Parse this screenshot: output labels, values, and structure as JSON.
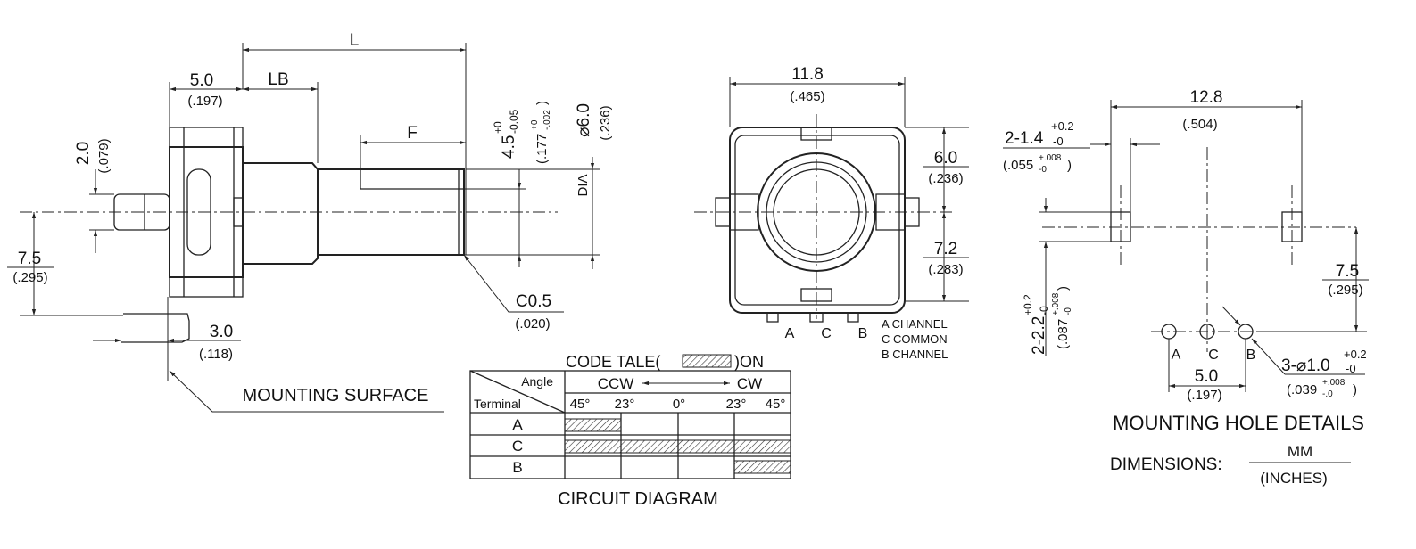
{
  "side_view": {
    "dim_L": "L",
    "dim_LB": "LB",
    "dim_F": "F",
    "dim_5_0": "5.0",
    "dim_5_0_in": "(.197)",
    "dim_2_0": "2.0",
    "dim_2_0_in": "(.079)",
    "dim_7_5": "7.5",
    "dim_7_5_in": "(.295)",
    "dim_3_0": "3.0",
    "dim_3_0_in": "(.118)",
    "dim_4_5": "4.5",
    "dim_4_5_tol_hi": "+0",
    "dim_4_5_tol_lo": "-0.05",
    "dim_4_5_in": "(.177",
    "dim_4_5_in_tol_hi": "+0",
    "dim_4_5_in_tol_lo": "-.002",
    "dim_4_5_in_close": ")",
    "dim_dia6": "⌀6.0",
    "dim_dia6_in": "(.236)",
    "dia_label": "DIA",
    "chamfer": "C0.5",
    "chamfer_in": "(.020)",
    "mounting_surface": "MOUNTING SURFACE"
  },
  "front_view": {
    "dim_11_8": "11.8",
    "dim_11_8_in": "(.465)",
    "dim_6_0": "6.0",
    "dim_6_0_in": "(.236)",
    "dim_7_2": "7.2",
    "dim_7_2_in": "(.283)",
    "pin_a": "A",
    "pin_c": "C",
    "pin_b": "B",
    "legend": [
      "A CHANNEL",
      "C COMMON",
      "B CHANNEL"
    ]
  },
  "circuit": {
    "title_pre": "CODE TALE(",
    "title_post": ")ON",
    "angle_label": "Angle",
    "terminal_label": "Terminal",
    "ccw": "CCW",
    "cw": "CW",
    "angles": [
      "45°",
      "23°",
      "0°",
      "23°",
      "45°"
    ],
    "rows": [
      "A",
      "C",
      "B"
    ],
    "caption": "CIRCUIT DIAGRAM"
  },
  "mounting": {
    "dim_12_8": "12.8",
    "dim_12_8_in": "(.504)",
    "slot_w": "2-1.4",
    "slot_w_tol_hi": "+0.2",
    "slot_w_tol_lo": "-0",
    "slot_w_in": "(.055",
    "slot_w_in_tol_hi": "+.008",
    "slot_w_in_tol_lo": "-0",
    "slot_w_in_close": ")",
    "slot_h": "2-2.2",
    "slot_h_tol_hi": "+0.2",
    "slot_h_tol_lo": "-0",
    "slot_h_in": "(.087",
    "slot_h_in_tol_hi": "+.008",
    "slot_h_in_tol_lo": "-0",
    "slot_h_in_close": ")",
    "dim_7_5": "7.5",
    "dim_7_5_in": "(.295)",
    "dim_5_0": "5.0",
    "dim_5_0_in": "(.197)",
    "holes": "3-⌀1.0",
    "holes_tol_hi": "+0.2",
    "holes_tol_lo": "-0",
    "holes_in": "(.039",
    "holes_in_tol_hi": "+.008",
    "holes_in_tol_lo": "-.0",
    "holes_in_close": ")",
    "pin_a": "A",
    "pin_c": "C",
    "pin_b": "B",
    "title": "MOUNTING HOLE DETAILS",
    "dimensions_label": "DIMENSIONS:",
    "unit_top": "MM",
    "unit_bottom": "(INCHES)"
  }
}
